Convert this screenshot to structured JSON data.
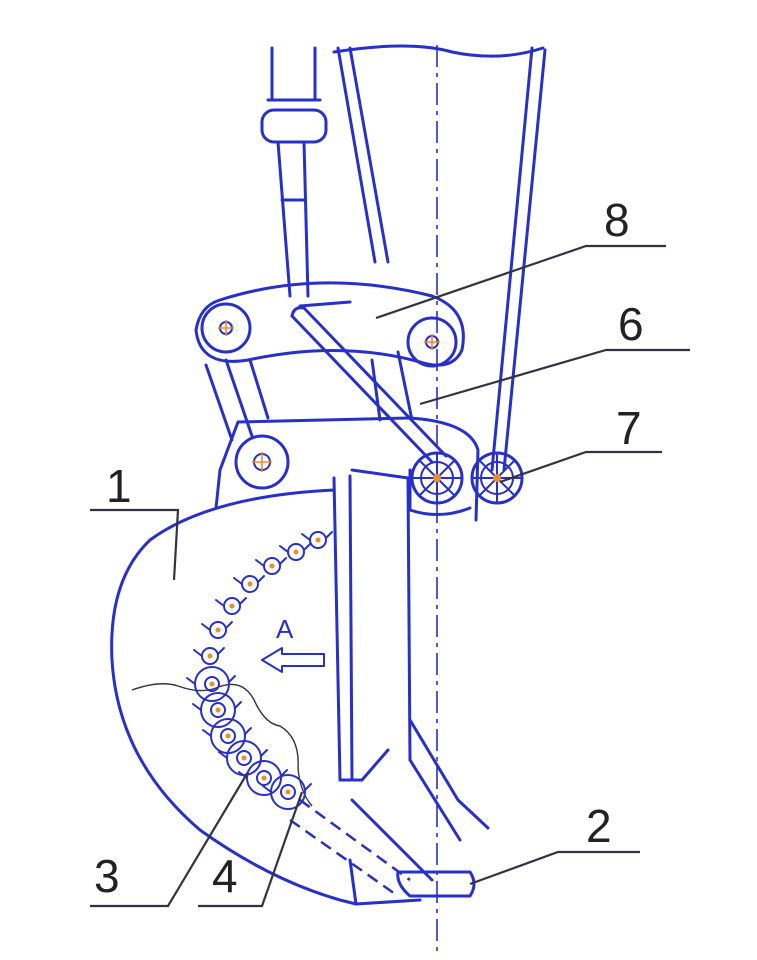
{
  "colors": {
    "line": "#2730c8",
    "accent": "#f08a30",
    "leader": "#333344"
  },
  "labels": {
    "l1": "1",
    "l2": "2",
    "l3": "3",
    "l4": "4",
    "l6": "6",
    "l7": "7",
    "l8": "8",
    "direction": "A"
  }
}
